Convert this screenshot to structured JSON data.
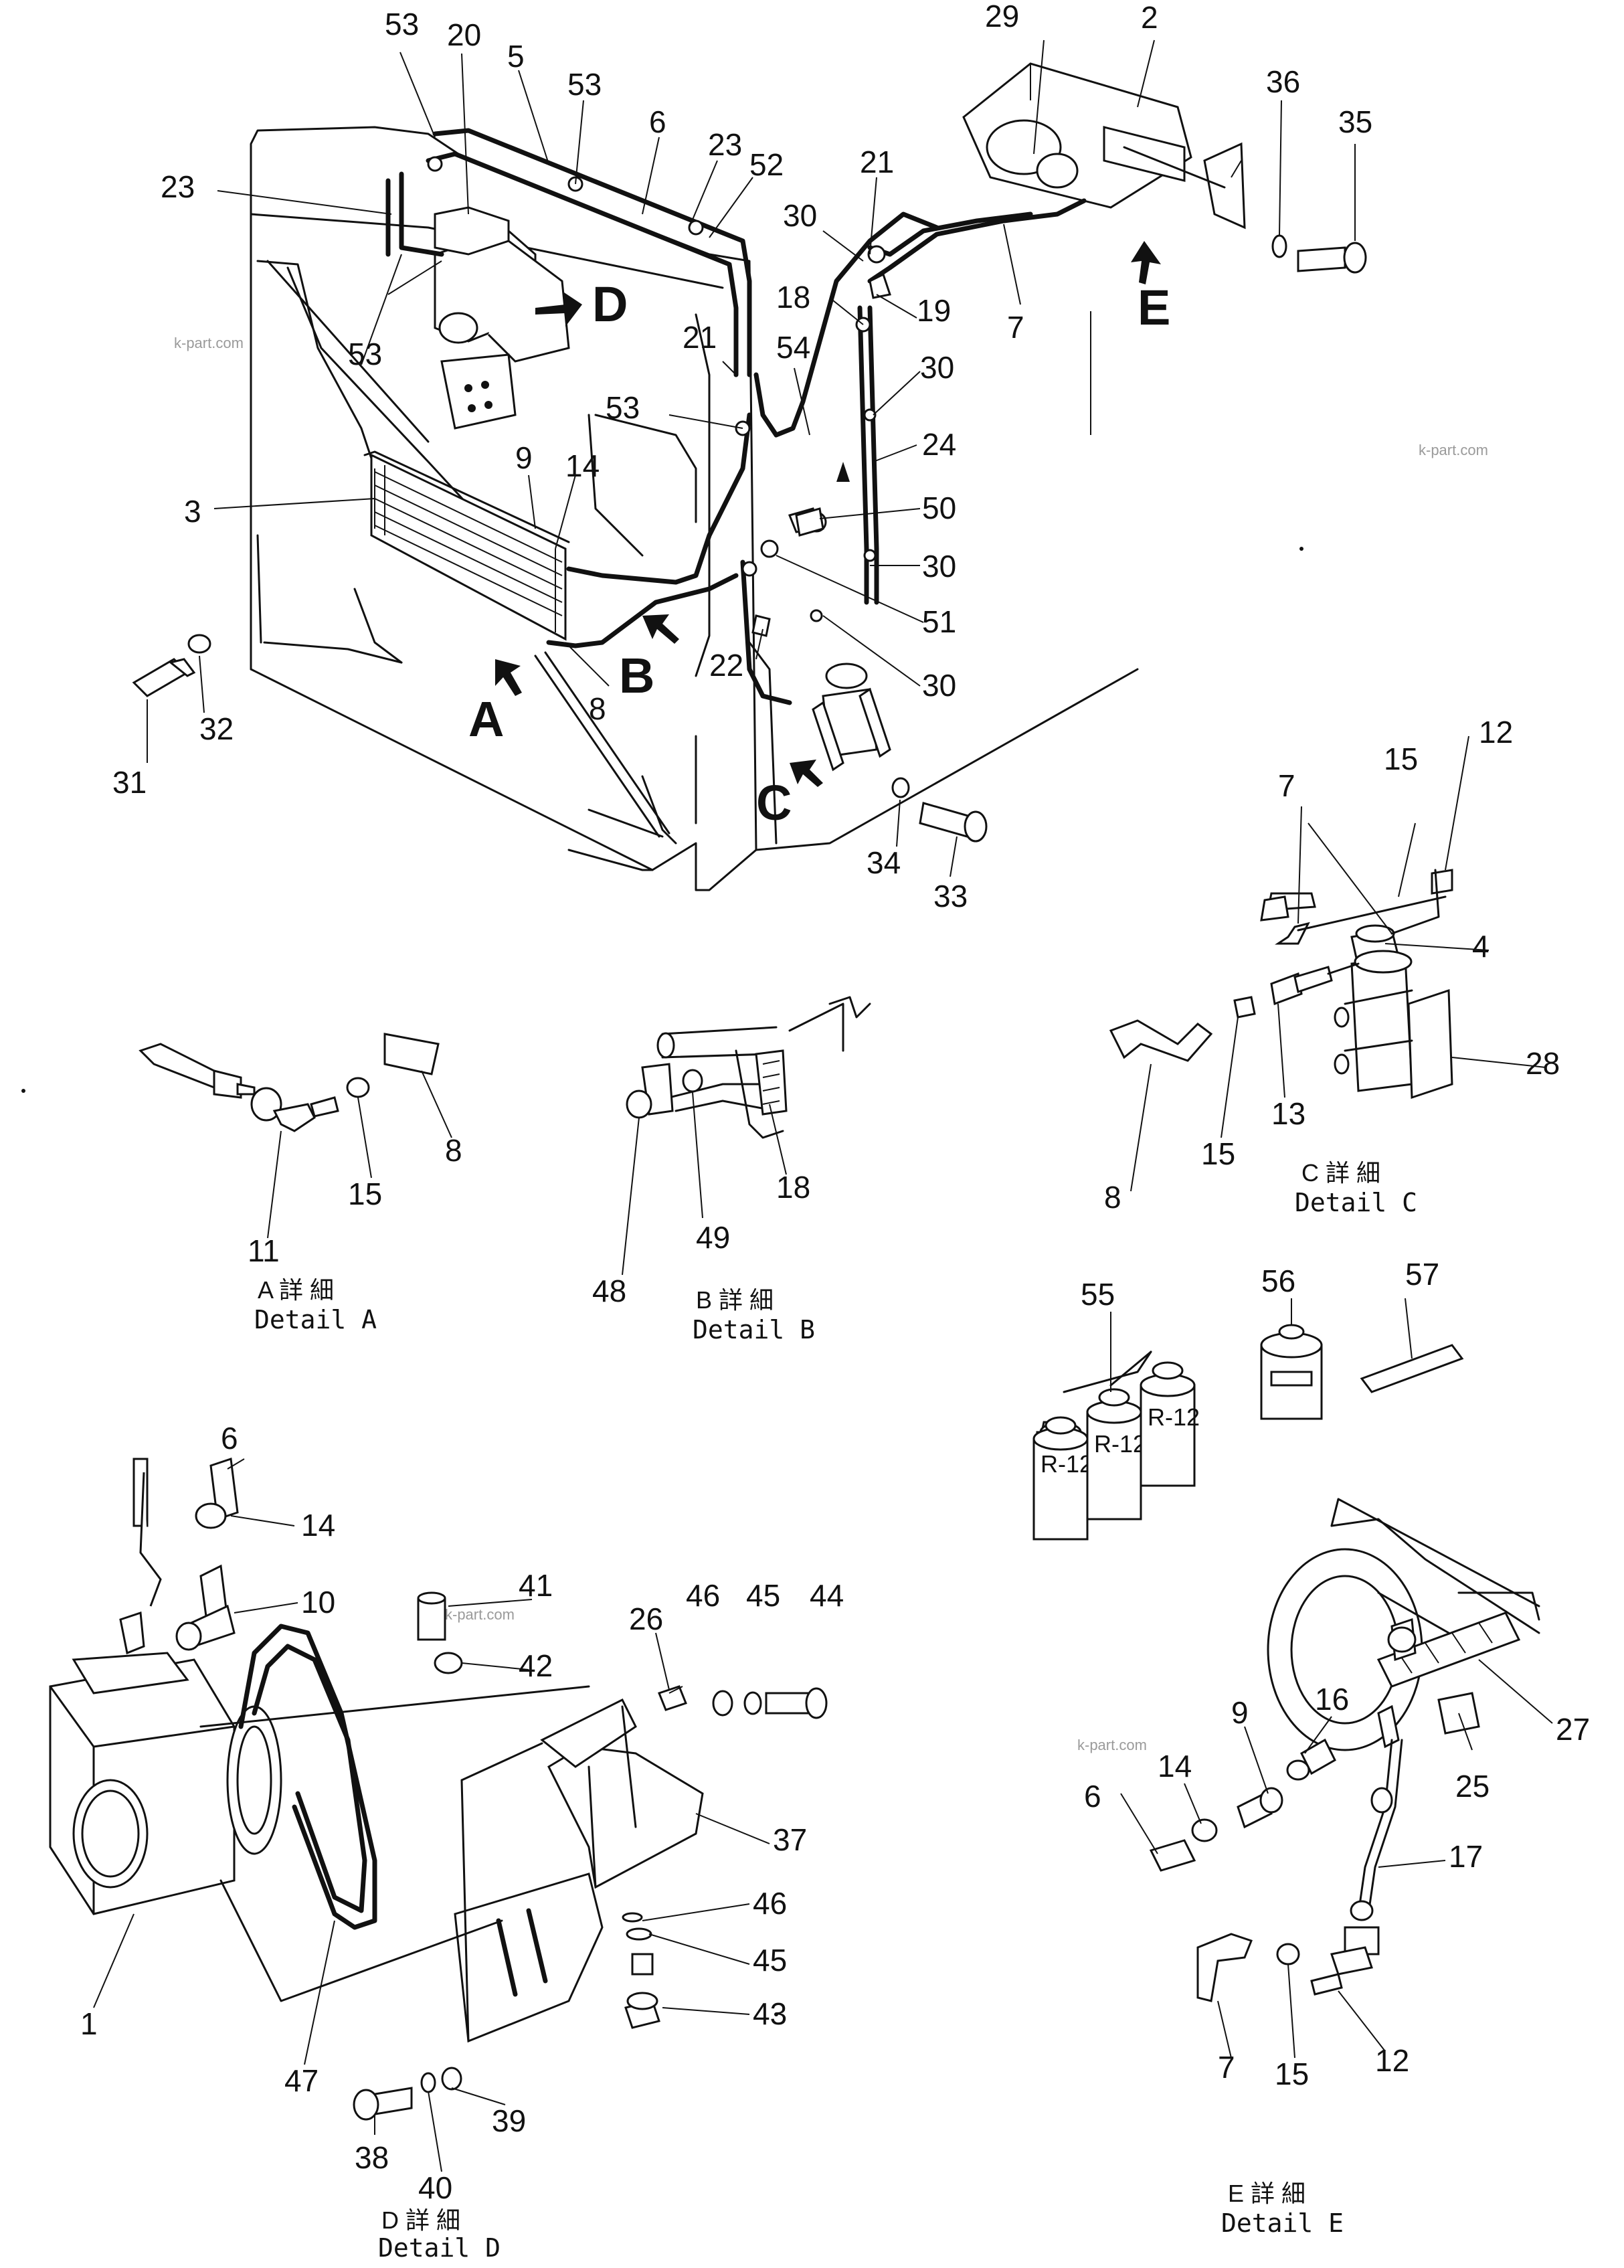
{
  "callouts": {
    "c53a": "53",
    "c20": "20",
    "c5": "5",
    "c53b": "53",
    "c6": "6",
    "c23a": "23",
    "c52": "52",
    "c23b": "23",
    "c53c": "53",
    "c21a": "21",
    "c54": "54",
    "c53d": "53",
    "c9": "9",
    "c14a": "14",
    "c3": "3",
    "c29": "29",
    "c2": "2",
    "c36": "36",
    "c35": "35",
    "c21b": "21",
    "c30a": "30",
    "c18a": "18",
    "c19": "19",
    "c7a": "7",
    "c30b": "30",
    "c24": "24",
    "c50": "50",
    "c30c": "30",
    "c51": "51",
    "c30d": "30",
    "c22": "22",
    "c8a": "8",
    "c31": "31",
    "c32": "32",
    "c34": "34",
    "c33": "33",
    "c11": "11",
    "c15a": "15",
    "c8b": "8",
    "c48": "48",
    "c49": "49",
    "c18b": "18",
    "c7b": "7",
    "c15b": "15",
    "c12a": "12",
    "c4": "4",
    "c28": "28",
    "c13": "13",
    "c15c": "15",
    "c8c": "8",
    "c55": "55",
    "c56": "56",
    "c57": "57",
    "c6b": "6",
    "c14b": "14",
    "c10": "10",
    "c41": "41",
    "c42": "42",
    "c26": "26",
    "c46a": "46",
    "c45a": "45",
    "c44": "44",
    "c37": "37",
    "c46b": "46",
    "c45b": "45",
    "c43": "43",
    "c1": "1",
    "c47": "47",
    "c38": "38",
    "c40": "40",
    "c39": "39",
    "c16": "16",
    "c27": "27",
    "c9b": "9",
    "c14c": "14",
    "c25": "25",
    "c6c": "6",
    "c17": "17",
    "c7c": "7",
    "c15d": "15",
    "c12b": "12"
  },
  "detail_letters": {
    "A": "A",
    "B": "B",
    "C": "C",
    "D": "D",
    "E": "E"
  },
  "captions": {
    "A": {
      "jp": "A 詳 細",
      "en": "Detail  A"
    },
    "B": {
      "jp": "B 詳 細",
      "en": "Detail  B"
    },
    "C": {
      "jp": "C 詳 細",
      "en": "Detail  C"
    },
    "D": {
      "jp": "D 詳 細",
      "en": "Detail  D"
    },
    "E": {
      "jp": "E 詳 細",
      "en": "Detail  E"
    }
  },
  "watermark": "k-part.com",
  "bottle_labels": {
    "a": "R-12",
    "b": "R-12",
    "c": "R-12"
  },
  "colors": {
    "ink": "#111111",
    "paper": "#ffffff",
    "watermark": "#9a9a9a"
  }
}
